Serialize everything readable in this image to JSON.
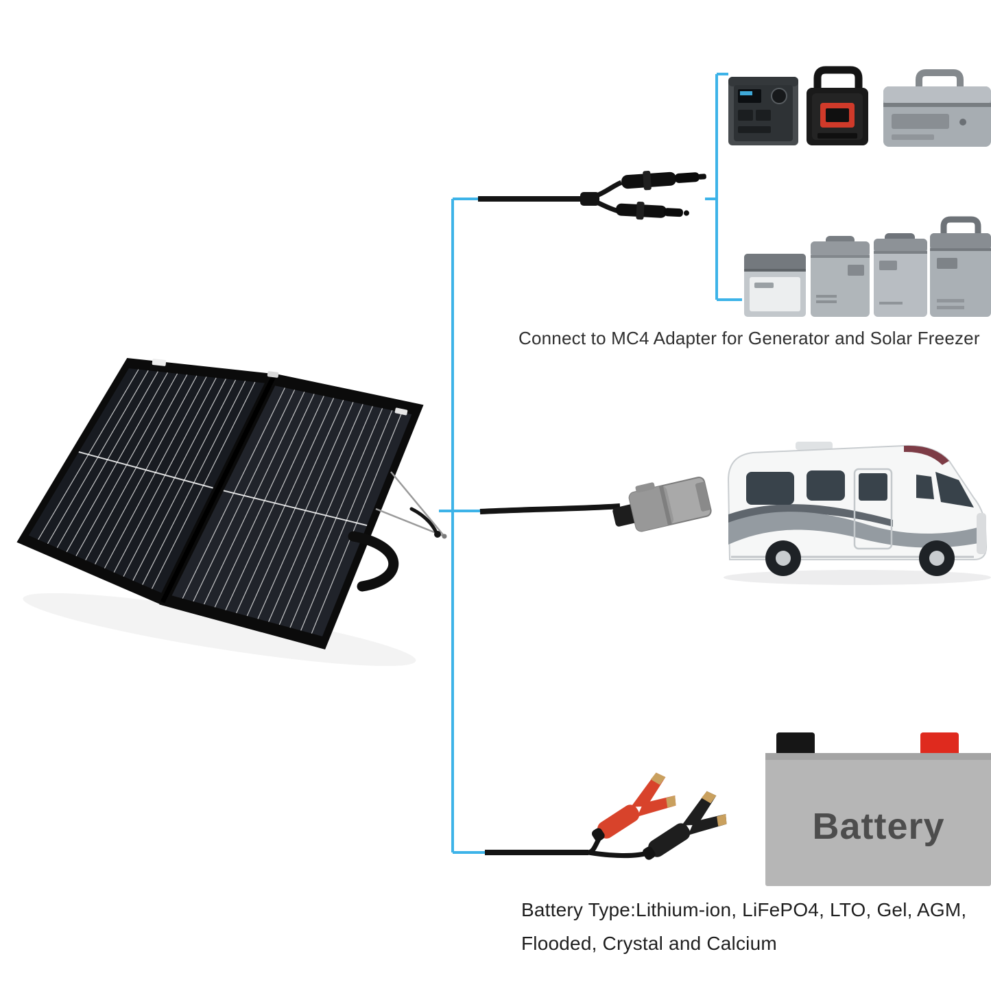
{
  "page": {
    "background": "#ffffff",
    "kind": "product-connection-diagram"
  },
  "solar_panel": {
    "name": "foldable-solar-suitcase-panel"
  },
  "top_branch": {
    "caption": "Connect to MC4 Adapter for Generator and Solar Freezer",
    "connector": "mc4-adapter",
    "generator_icons": [
      "portable-power-station-1",
      "portable-power-station-2",
      "portable-power-station-3"
    ],
    "freezer_icons": [
      "solar-freezer-1",
      "solar-freezer-2",
      "solar-freezer-3",
      "solar-freezer-4"
    ]
  },
  "middle_branch": {
    "connector": "anderson-plug",
    "vehicle": "rv-motorhome"
  },
  "bottom_branch": {
    "connector": "battery-clamps",
    "battery_label": "Battery",
    "caption_line1": "Battery Type:Lithium-ion, LiFePO4, LTO, Gel, AGM,",
    "caption_line2": "Flooded, Crystal and Calcium"
  },
  "colors": {
    "connection_line": "#3db3e8",
    "cable": "#141414",
    "clamp_red": "#d8432b",
    "clamp_black": "#1e1e1e",
    "battery_body": "#b6b6b6",
    "battery_terminal_black": "#161616",
    "battery_terminal_red": "#df2a1e",
    "caption_text": "#2e2e2e",
    "battery_label_text": "#4d4d4d"
  }
}
